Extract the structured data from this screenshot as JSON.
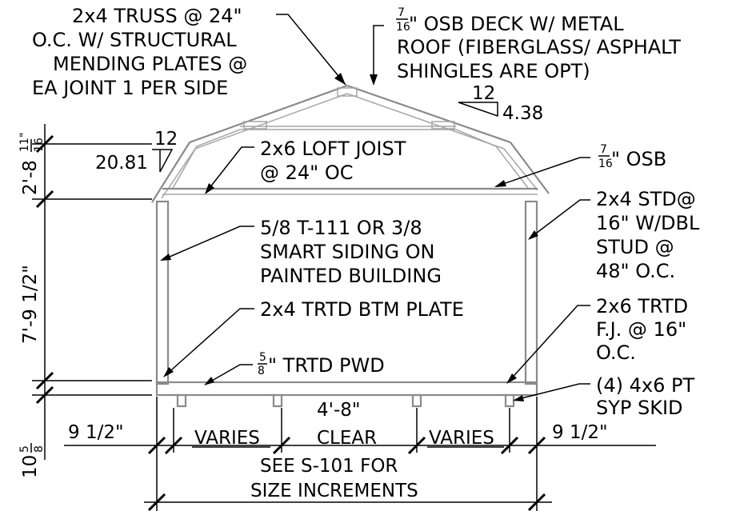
{
  "notes": {
    "truss": [
      "2x4 TRUSS @ 24\"",
      "O.C. W/ STRUCTURAL",
      "MENDING PLATES @",
      "EA JOINT 1 PER SIDE"
    ],
    "deck_fraction": {
      "num": "7",
      "den": "16"
    },
    "deck": [
      "\" OSB DECK W/ METAL",
      "ROOF (FIBERGLASS/ ASPHALT",
      "SHINGLES ARE OPT)"
    ],
    "roof_slope": {
      "run": "12",
      "rise": "4.38"
    },
    "lower_slope": {
      "run": "12",
      "rise": "20.81"
    },
    "loft": [
      "2x6 LOFT JOIST",
      "@ 24\" OC"
    ],
    "osb_fraction": {
      "num": "7",
      "den": "16"
    },
    "osb": "\" OSB",
    "stud": [
      "2x4 STD@",
      "16\" W/DBL",
      "STUD @",
      "48\" O.C."
    ],
    "siding": [
      "5/8 T-111 OR 3/8",
      "SMART SIDING ON",
      "PAINTED BUILDING"
    ],
    "plate": "2x4 TRTD BTM PLATE",
    "joist": [
      "2x6 TRTD",
      "F.J. @ 16\"",
      "O.C."
    ],
    "pwd_fraction": {
      "num": "5",
      "den": "8"
    },
    "pwd": "\" TRTD PWD",
    "skid": [
      "(4) 4x6 PT",
      "SYP SKID"
    ]
  },
  "dimensions": {
    "upper_height_main": "2'-8",
    "upper_height_frac": {
      "num": "11",
      "den": "16"
    },
    "wall_height": "7'-9 1/2\"",
    "floor_height_main": "10",
    "floor_height_frac": {
      "num": "5",
      "den": "8"
    },
    "overhang_left": "9 1/2\"",
    "varies_left": "VARIES",
    "clear_value": "4'-8\"",
    "clear_label": "CLEAR",
    "varies_right": "VARIES",
    "overhang_right": "9 1/2\"",
    "total": [
      "SEE S-101 FOR",
      "SIZE INCREMENTS"
    ]
  }
}
